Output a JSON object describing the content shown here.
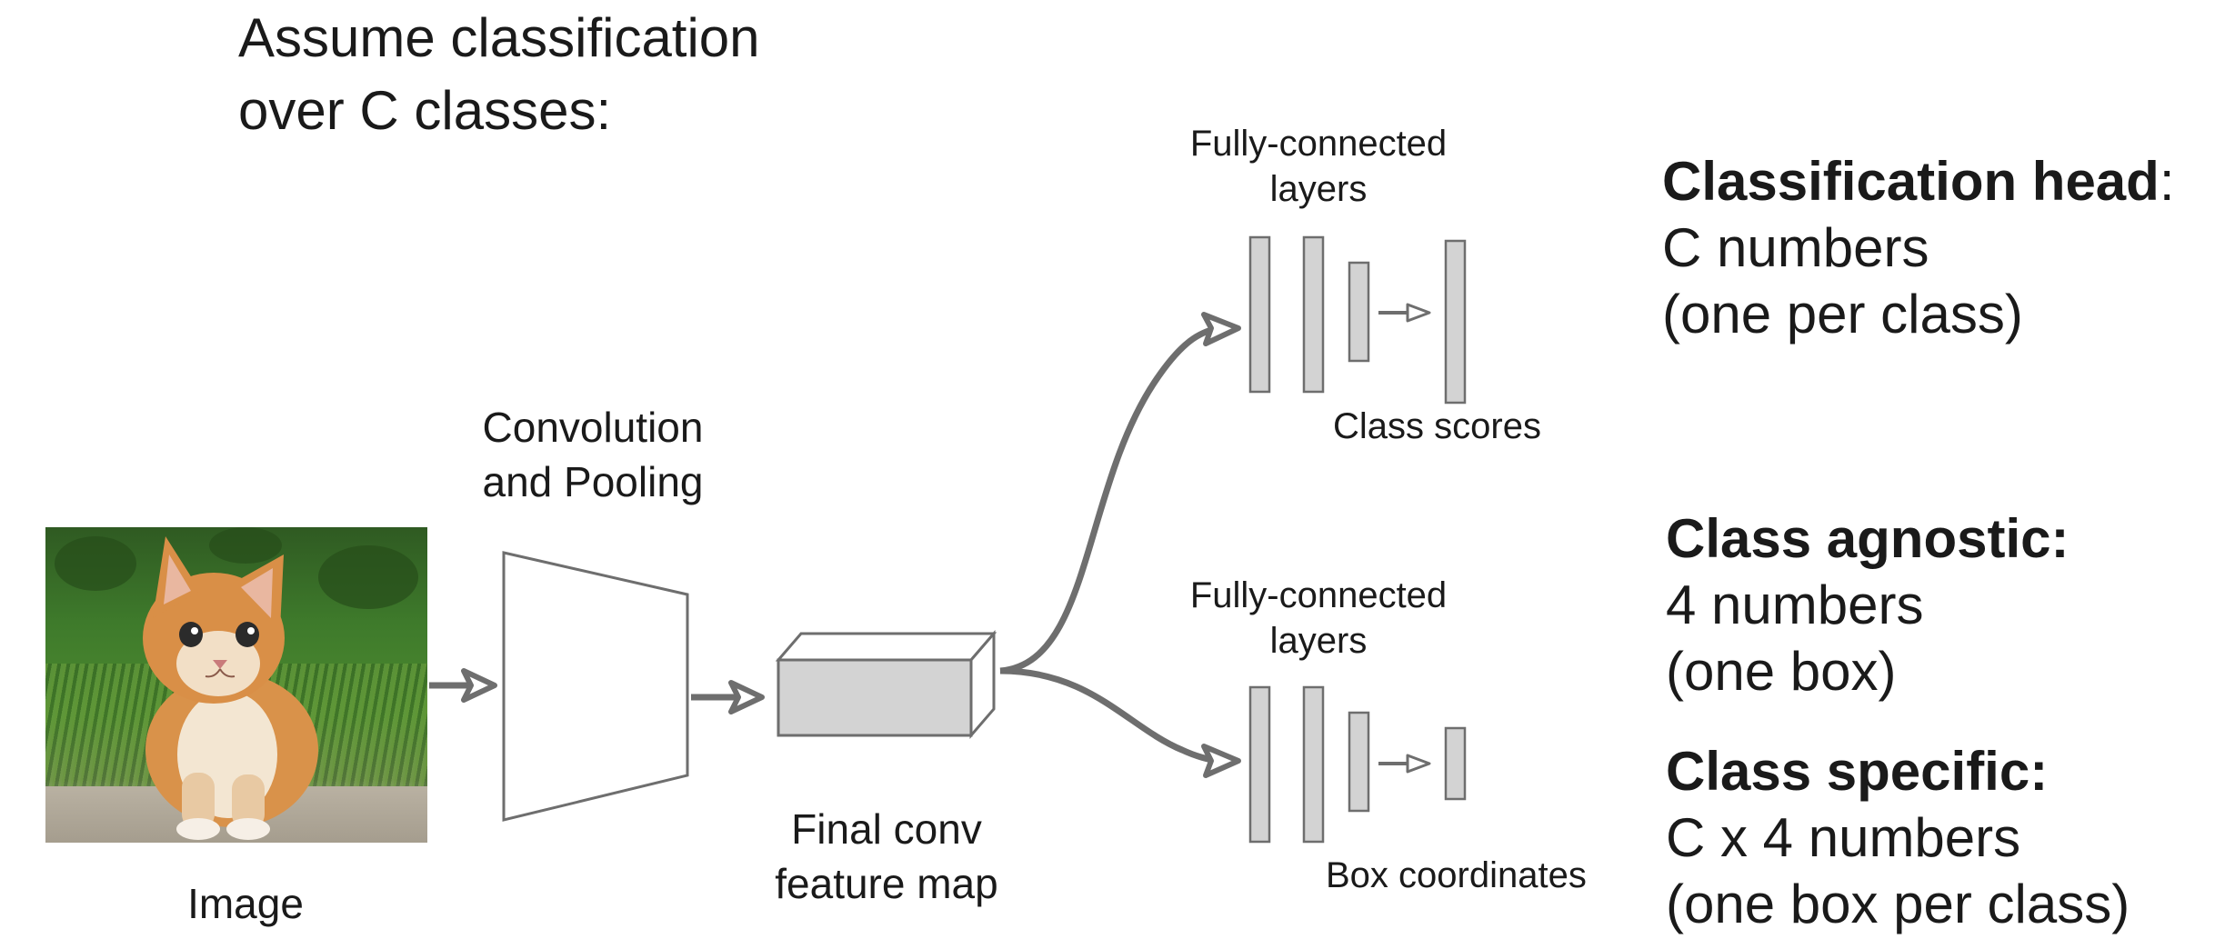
{
  "intro": {
    "line1": "Assume classification",
    "line2": "over C classes:"
  },
  "labels": {
    "image": "Image",
    "conv_line1": "Convolution",
    "conv_line2": "and Pooling",
    "final_line1": "Final conv",
    "final_line2": "feature map",
    "fc_top_line1": "Fully-connected",
    "fc_top_line2": "layers",
    "fc_bottom_line1": "Fully-connected",
    "fc_bottom_line2": "layers",
    "class_scores": "Class scores",
    "box_coordinates": "Box coordinates"
  },
  "right_panel": {
    "classification_head": {
      "title": "Classification head",
      "colon": ":",
      "line1": "C numbers",
      "line2": "(one per class)"
    },
    "class_agnostic": {
      "title": "Class agnostic:",
      "line1": "4 numbers",
      "line2": "(one box)"
    },
    "class_specific": {
      "title": "Class specific:",
      "line1": "C x 4 numbers",
      "line2": "(one box per class)"
    }
  },
  "colors": {
    "arrow": "#6e6e6e",
    "block_fill": "#d3d3d3",
    "block_stroke": "#6e6e6e"
  }
}
